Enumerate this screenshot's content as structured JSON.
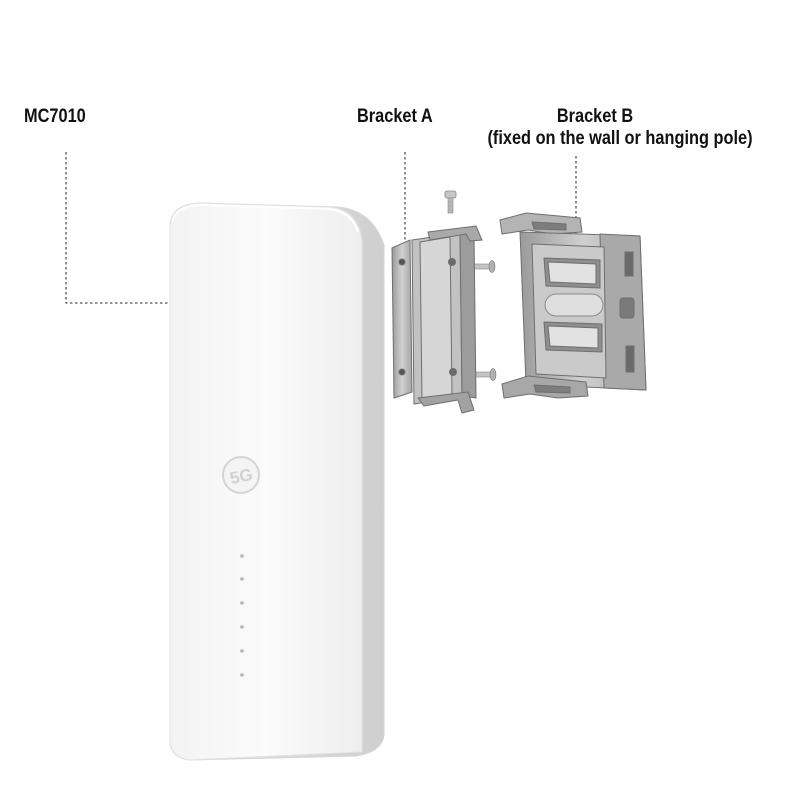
{
  "labels": {
    "device": "MC7010",
    "bracket_a": "Bracket A",
    "bracket_b": "Bracket B",
    "bracket_b_note": "(fixed on the wall or hanging pole)"
  },
  "device": {
    "logo_text": "5G",
    "indicator_count": 6
  },
  "colors": {
    "label_text": "#111111",
    "leader_line": "#555555",
    "device_body": "#f7f7f7",
    "device_edge": "#dcdcdc",
    "bracket_metal": "#b8b8b8",
    "bracket_dark": "#8a8a8a"
  }
}
